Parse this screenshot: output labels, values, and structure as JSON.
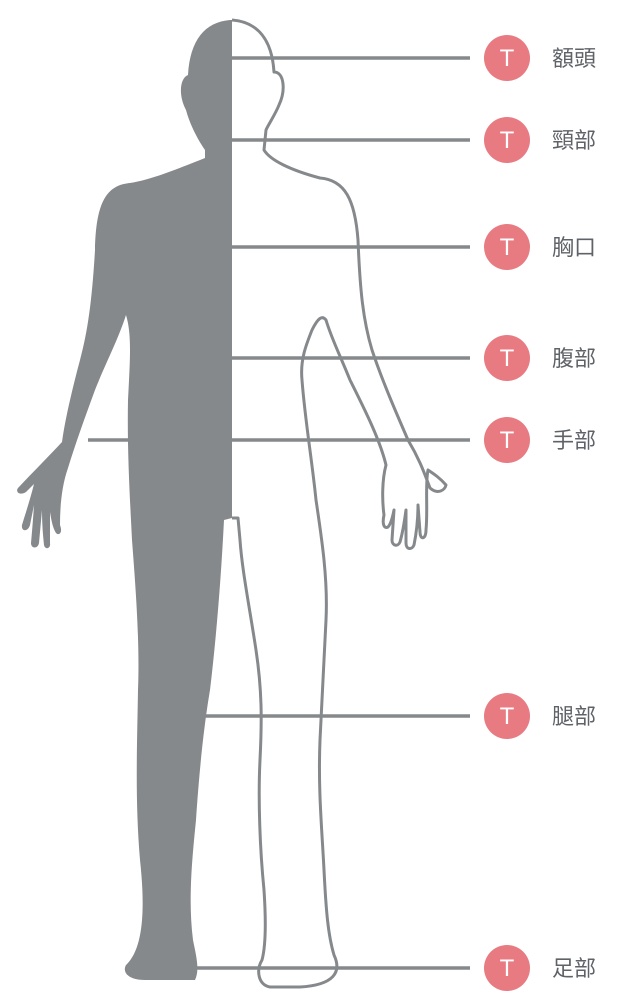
{
  "colors": {
    "silhouette": "#86898c",
    "outline": "#86898c",
    "leader_line": "#86898c",
    "badge": "#e87a82",
    "badge_text": "#ffffff",
    "label_text": "#5f6368"
  },
  "badge_icon": "temperature-T-badge",
  "labels": [
    {
      "id": "forehead",
      "badge": "T",
      "text": "額頭"
    },
    {
      "id": "neck",
      "badge": "T",
      "text": "頸部"
    },
    {
      "id": "chest",
      "badge": "T",
      "text": "胸口"
    },
    {
      "id": "abdomen",
      "badge": "T",
      "text": "腹部"
    },
    {
      "id": "hand",
      "badge": "T",
      "text": "手部"
    },
    {
      "id": "leg",
      "badge": "T",
      "text": "腿部"
    },
    {
      "id": "foot",
      "badge": "T",
      "text": "足部"
    }
  ]
}
